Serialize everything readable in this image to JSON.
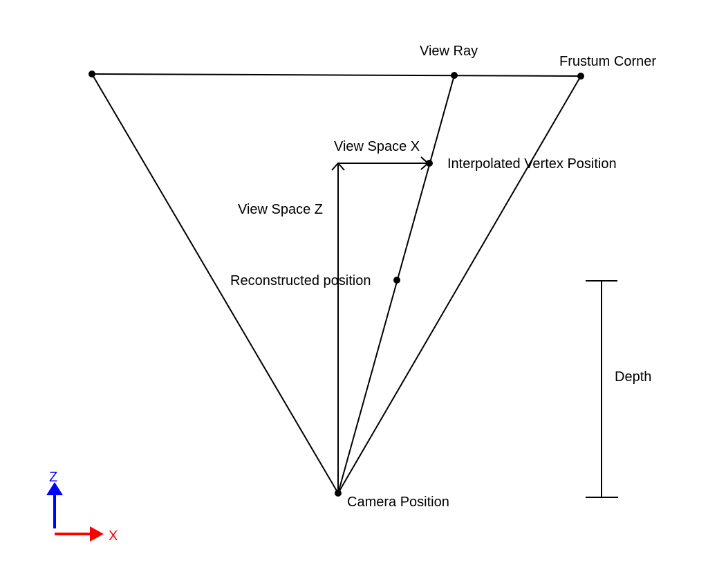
{
  "labels": {
    "view_ray": "View Ray",
    "frustum_corner": "Frustum Corner",
    "view_space_x": "View Space X",
    "interpolated_vertex_position": "Interpolated Vertex Position",
    "view_space_z": "View Space Z",
    "reconstructed_position": "Reconstructed position",
    "depth": "Depth",
    "camera_position": "Camera Position"
  },
  "axes": {
    "z_label": "Z",
    "x_label": "X",
    "z_color": "#0000ff",
    "x_color": "#ff0000"
  }
}
